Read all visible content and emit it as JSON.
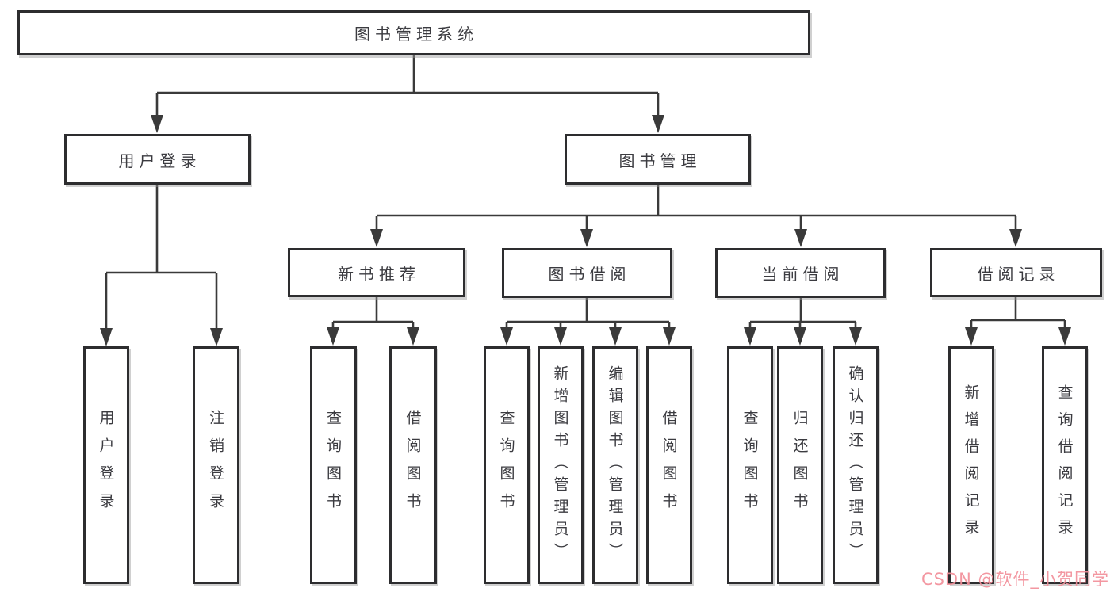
{
  "nodes": {
    "root": "图书管理系统",
    "user_login": "用户登录",
    "book_mgmt": "图书管理",
    "new_book_rec": "新书推荐",
    "book_borrow": "图书借阅",
    "current_borrow": "当前借阅",
    "borrow_records": "借阅记录",
    "leaf_user_login": "用户登录",
    "leaf_logout": "注销登录",
    "leaf_query_book_rec": "查询图书",
    "leaf_borrow_book_rec": "借阅图书",
    "leaf_query_book_borrow": "查询图书",
    "leaf_add_book": "新增图书（管理员）",
    "leaf_edit_book": "编辑图书（管理员）",
    "leaf_borrow_book_borrow": "借阅图书",
    "leaf_query_book_current": "查询图书",
    "leaf_return_book": "归还图书",
    "leaf_confirm_return": "确认归还（管理员）",
    "leaf_add_record": "新增借阅记录",
    "leaf_query_record": "查询借阅记录"
  },
  "hierarchy": {
    "图书管理系统": {
      "用户登录": [
        "用户登录",
        "注销登录"
      ],
      "图书管理": {
        "新书推荐": [
          "查询图书",
          "借阅图书"
        ],
        "图书借阅": [
          "查询图书",
          "新增图书（管理员）",
          "编辑图书（管理员）",
          "借阅图书"
        ],
        "当前借阅": [
          "查询图书",
          "归还图书",
          "确认归还（管理员）"
        ],
        "借阅记录": [
          "新增借阅记录",
          "查询借阅记录"
        ]
      }
    }
  },
  "watermark": "CSDN @软件_小贺同学",
  "colors": {
    "line": "#3a3a3a",
    "box_border": "#2d2d2f",
    "text": "#3b3b40",
    "watermark": "#f28e99",
    "background": "#ffffff"
  }
}
